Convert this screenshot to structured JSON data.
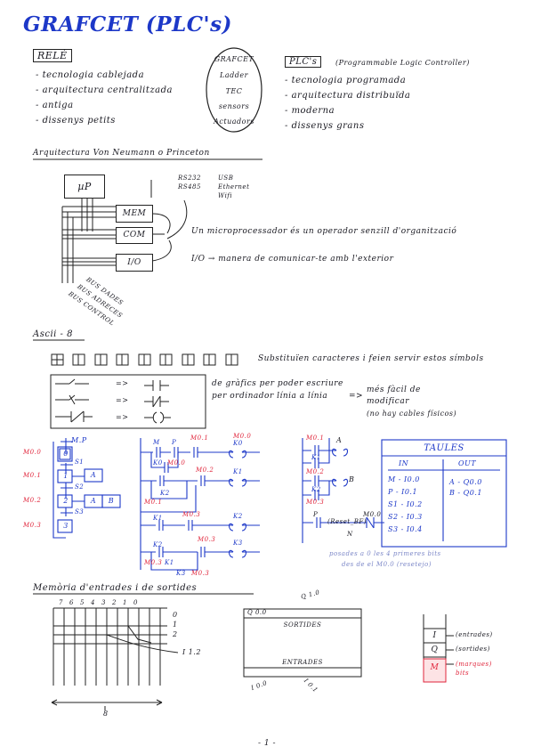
{
  "title": "GRAFCET (PLC's)",
  "rele": {
    "heading": "RELÉ",
    "items": [
      "tecnologia cablejada",
      "arquitectura centralitzada",
      "antiga",
      "dissenys petits"
    ]
  },
  "oval_items": [
    "GRAFCET",
    "Ladder",
    "TEC",
    "sensors",
    "Actuadors"
  ],
  "plcs": {
    "heading": "PLC's",
    "subtitle": "(Programmable Logic Controller)",
    "items": [
      "tecnologia programada",
      "arquitectura distribuïda",
      "moderna",
      "dissenys grans"
    ]
  },
  "arch": {
    "heading": "Arquitectura Von Neumann o Princeton",
    "mp": "µP",
    "mem": "MEM",
    "com": "COM",
    "io": "I/O",
    "ports_left": [
      "RS232",
      "RS485"
    ],
    "ports_right": [
      "USB",
      "Ethernet",
      "Wifi"
    ],
    "buses": [
      "BUS DADES",
      "BUS ADRECES",
      "BUS CONTROL"
    ],
    "note1": "Un microprocessador és un operador senzill d'organització",
    "note2": "I/O → manera de comunicar-te amb l'exterior"
  },
  "ascii": {
    "heading": "Ascii - 8",
    "note": "Substituïen caracteres i feien servir estos símbols",
    "arrows": [
      "=>",
      "=>",
      "=>"
    ],
    "note_a": "de gràfics per poder escriure per ordinador línia a línia",
    "arrow_b": "=>",
    "note_b1": "més fàcil de modificar",
    "note_b2": "(no hay cables físicos)"
  },
  "grafcet": {
    "mp": "M.P",
    "steps": [
      "0",
      "1",
      "2",
      "3"
    ],
    "vars": [
      "M0.0",
      "M0.1",
      "M0.2",
      "M0.3"
    ],
    "transitions": [
      "S1",
      "S2",
      "S3"
    ],
    "actions": [
      "A",
      "A",
      "B"
    ]
  },
  "ladder": {
    "top_labels": [
      "M",
      "P",
      "M0.1",
      "M0.0"
    ],
    "coil_labels": [
      "K0",
      "K1",
      "K2",
      "K3"
    ],
    "bottom_labels": [
      "K1",
      "M0.3",
      "K2",
      "M0.3",
      "K1",
      "M0.3",
      "K3",
      "M0.3"
    ],
    "mid_labels": [
      "K0",
      "M0.0",
      "M0.2",
      "K2",
      "M0.1"
    ]
  },
  "outputs": {
    "inputs": [
      "M0.1",
      "K1",
      "M0.2",
      "K2",
      "M0.3"
    ],
    "coils": [
      "A",
      "B"
    ],
    "p_label": "P",
    "m_label": "M0.0",
    "set_label": "(Reset_BF)",
    "n_label": "N",
    "note1": "posades a 0 les 4 primeres bits",
    "note2": "des de el M0.0 (resetejo)"
  },
  "taules": {
    "title": "TAULES",
    "in_header": "IN",
    "out_header": "OUT",
    "in": [
      "M - I0.0",
      "P - I0.1",
      "S1 - I0.2",
      "S2 - I0.3",
      "S3 - I0.4"
    ],
    "out": [
      "A - Q0.0",
      "B - Q0.1"
    ]
  },
  "memoria": {
    "heading": "Memòria d'entrades i de sortides",
    "bits": [
      "7",
      "6",
      "5",
      "4",
      "3",
      "2",
      "1",
      "0"
    ],
    "rows": [
      "0",
      "1",
      "2"
    ],
    "pointer": "I 1.2",
    "width": "8",
    "sortides": "SORTIDES",
    "entrades": "ENTRADES",
    "q_top": "Q 1.0",
    "q_left": "Q 0.0",
    "i_left": "I 0.0",
    "i_bottom": "I 0.1",
    "stack": [
      "I",
      "Q",
      "M"
    ],
    "stack_labels": [
      "(entrades)",
      "(sortides)",
      "(marques) bits"
    ]
  },
  "page_number": "- 1 -"
}
